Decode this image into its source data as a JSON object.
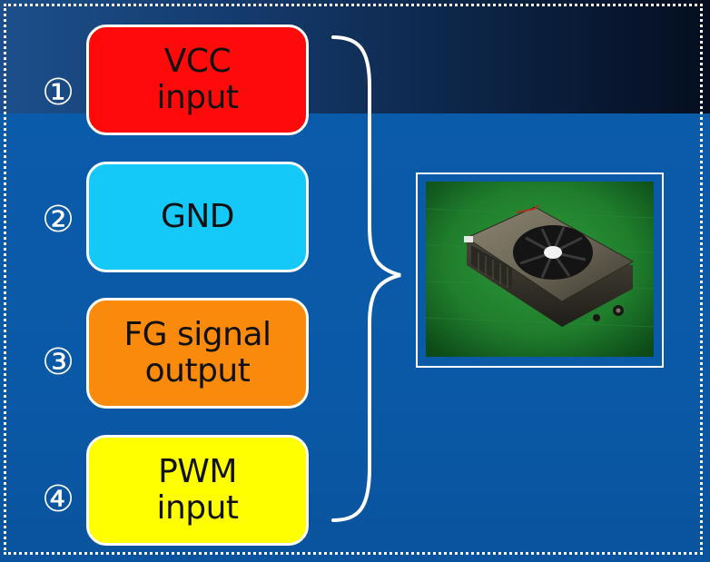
{
  "items": [
    {
      "num": "①",
      "line1": "VCC",
      "line2": "input",
      "color": "#ff0a0a"
    },
    {
      "num": "②",
      "line1": "GND",
      "line2": "",
      "color": "#14c8f8"
    },
    {
      "num": "③",
      "line1": "FG signal",
      "line2": "output",
      "color": "#f98a0c"
    },
    {
      "num": "④",
      "line1": "PWM",
      "line2": "input",
      "color": "#ffff00"
    }
  ],
  "photo": {
    "subject": "cooling-fan"
  },
  "colors": {
    "background": "#0b5aa8",
    "frame": "#ffffff"
  }
}
